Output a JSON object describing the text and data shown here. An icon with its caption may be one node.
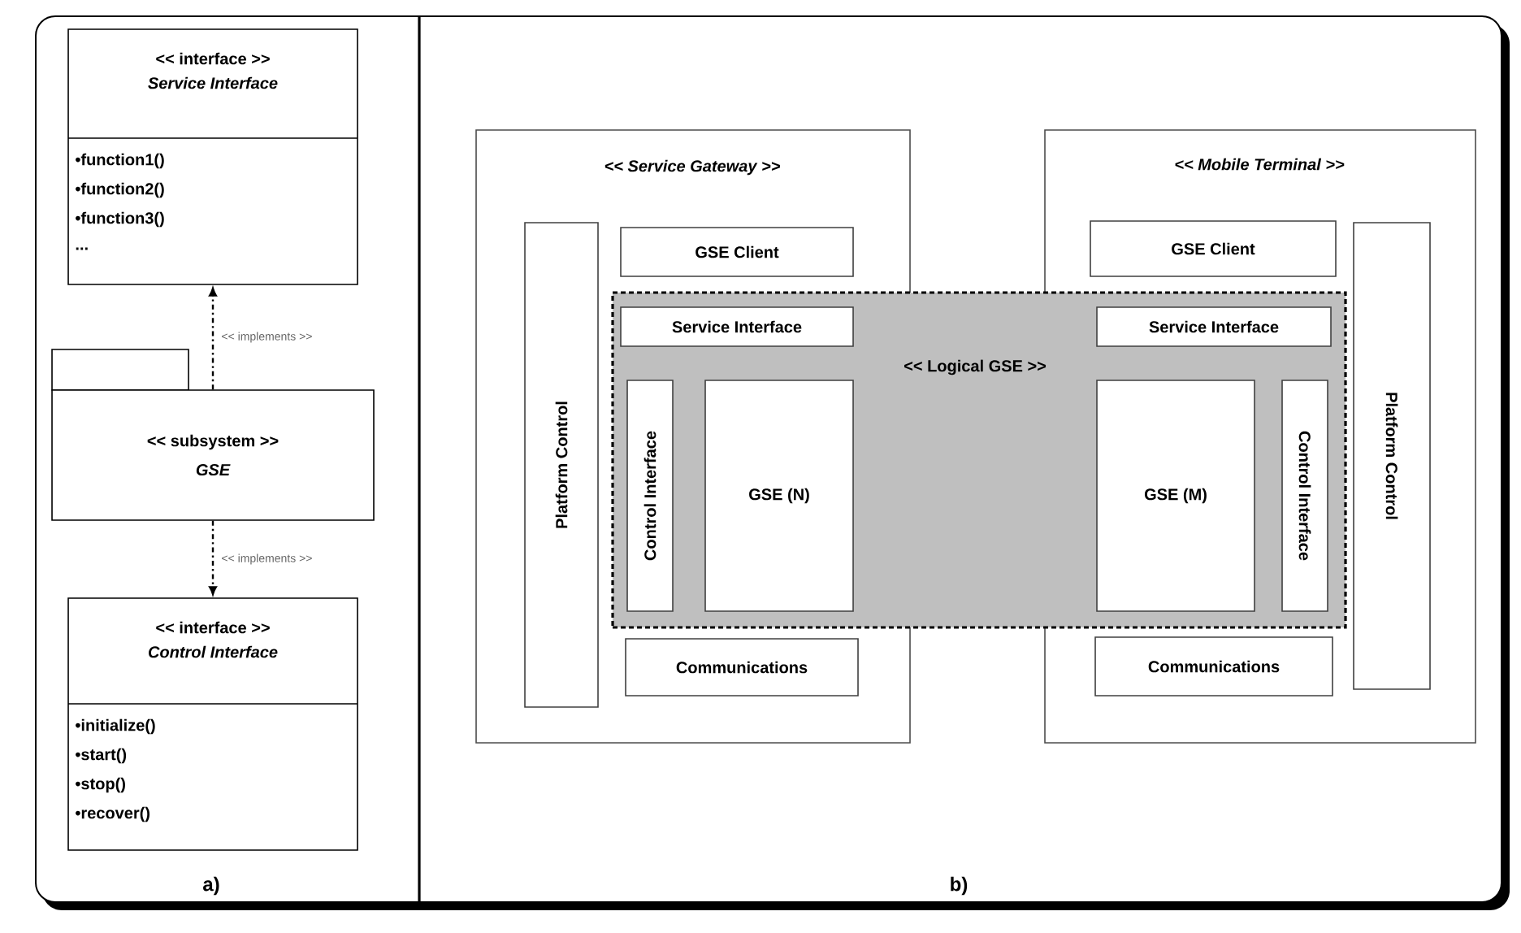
{
  "diagram": {
    "nodes": [
      {
        "text": [
          "<< interface >>",
          "Service Interface",
          "•function1()",
          "•function2()",
          "•function3()",
          "..."
        ]
      },
      {
        "text": [
          "<< subsystem >>",
          "GSE"
        ]
      },
      {
        "text": [
          "<< interface >>",
          "Control Interface",
          "•initialize()",
          "•start()",
          "•stop()",
          "•recover()"
        ]
      },
      {
        "text": [
          "<< Service Gateway >>"
        ]
      },
      {
        "text": [
          "Platform Control"
        ],
        "in": 3
      },
      {
        "text": [
          "GSE Client"
        ],
        "in": 3
      },
      {
        "text": [
          "Communications"
        ],
        "in": 3
      },
      {
        "text": [
          "<< Mobile Terminal >>"
        ]
      },
      {
        "text": [
          "GSE Client"
        ],
        "in": 7
      },
      {
        "text": [
          "Platform Control"
        ],
        "in": 7
      },
      {
        "text": [
          "Communications"
        ],
        "in": 7
      },
      {
        "text": [
          "<< Logical GSE >>"
        ]
      },
      {
        "text": [
          "Service Interface"
        ]
      },
      {
        "text": [
          "Control Interface"
        ]
      },
      {
        "text": [
          "GSE (N)"
        ]
      },
      {
        "text": [
          "Service Interface"
        ]
      },
      {
        "text": [
          "GSE (M)"
        ]
      },
      {
        "text": [
          "Control Interface"
        ]
      }
    ],
    "edges": [
      {
        "from": 1,
        "to": 0,
        "arrow": "to",
        "style": "dashed",
        "label": "<< implements >>"
      },
      {
        "from": 1,
        "to": 2,
        "arrow": "to",
        "style": "dashed",
        "label": "<< implements >>"
      }
    ],
    "labels": [
      "a)",
      "b)"
    ]
  }
}
